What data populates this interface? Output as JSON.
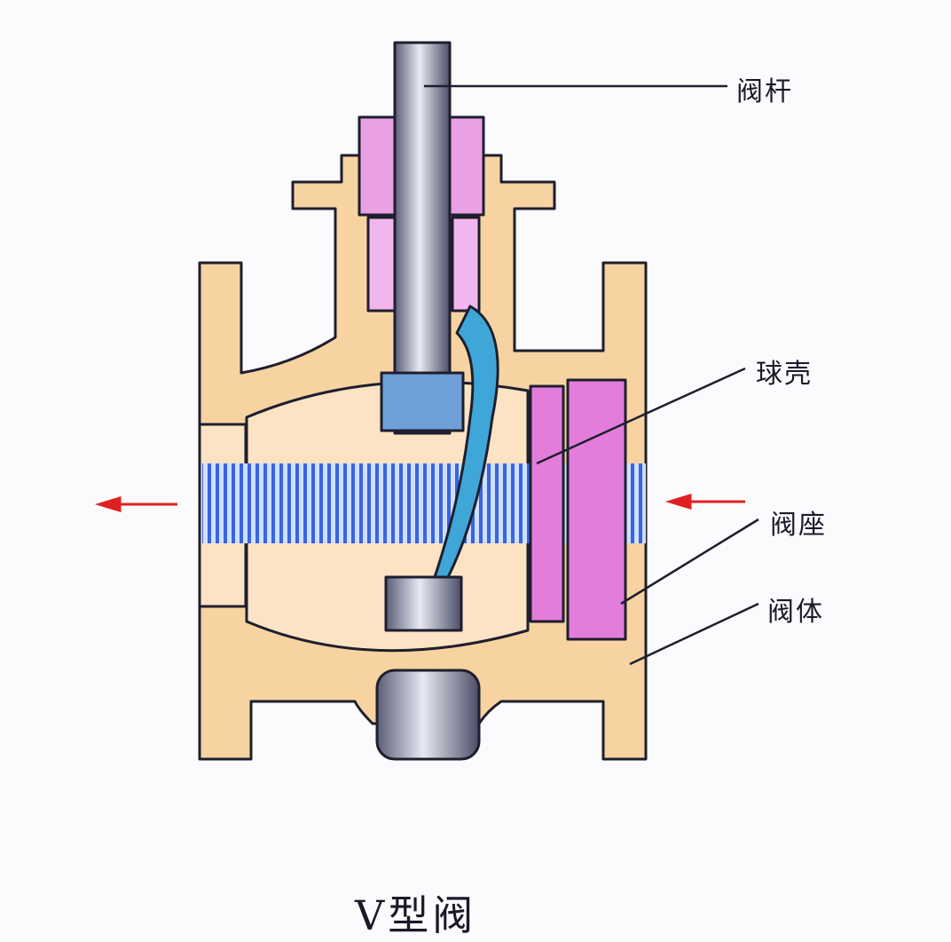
{
  "title": "V型阀",
  "labels": {
    "stem": "阀杆",
    "ball": "球壳",
    "seat": "阀座",
    "body": "阀体"
  },
  "colors": {
    "body": "#f6d3a0",
    "ball": "#fbe3c4",
    "packing": "#e37ddb",
    "stem": "#7c7f9a",
    "flow": "#3c6fe0",
    "arrow": "#e02020",
    "outline": "#1e1e2e"
  }
}
